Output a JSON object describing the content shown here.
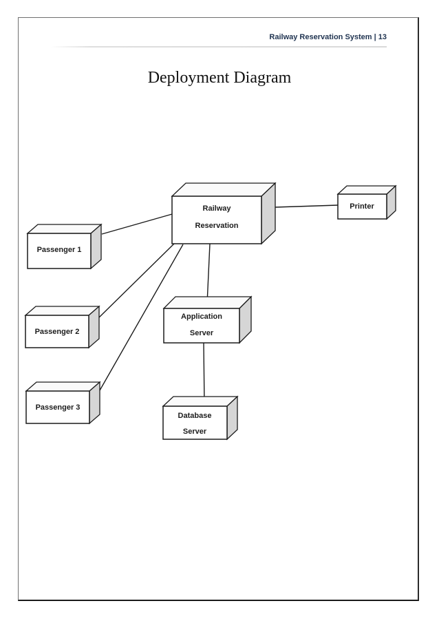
{
  "page": {
    "header_text": "Railway Reservation System | 13",
    "title": "Deployment Diagram"
  },
  "diagram": {
    "type": "uml-deployment-diagram",
    "nodes": {
      "railway_reservation": {
        "line1": "Railway",
        "line2": "Reservation"
      },
      "printer": {
        "label": "Printer"
      },
      "passenger_1": {
        "label": "Passenger 1"
      },
      "passenger_2": {
        "label": "Passenger 2"
      },
      "passenger_3": {
        "label": "Passenger 3"
      },
      "application_server": {
        "line1": "Application",
        "line2": "Server"
      },
      "database_server": {
        "line1": "Database",
        "line2": "Server"
      }
    },
    "connections": [
      {
        "from": "passenger_1",
        "to": "railway_reservation"
      },
      {
        "from": "passenger_2",
        "to": "railway_reservation"
      },
      {
        "from": "passenger_3",
        "to": "railway_reservation"
      },
      {
        "from": "railway_reservation",
        "to": "printer"
      },
      {
        "from": "railway_reservation",
        "to": "application_server"
      },
      {
        "from": "application_server",
        "to": "database_server"
      }
    ],
    "colors": {
      "node_front": "#ffffff",
      "node_top": "#fafafa",
      "node_side": "#d6d6d6",
      "stroke": "#1a1a1a",
      "header_text": "#1f3350"
    }
  }
}
